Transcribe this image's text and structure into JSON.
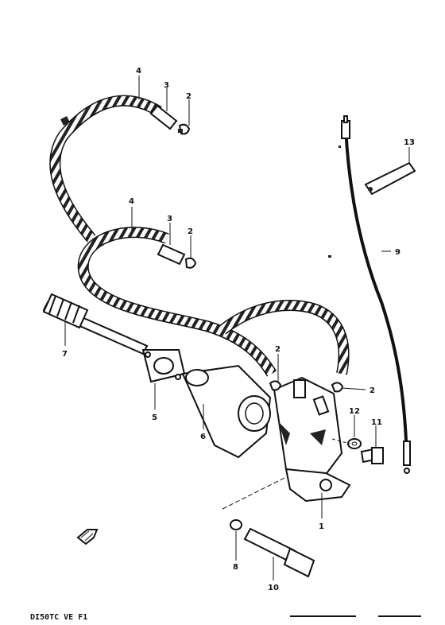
{
  "diagram": {
    "code": "DI50TC VE F1",
    "callouts": [
      {
        "id": "c4a",
        "number": "4"
      },
      {
        "id": "c3a",
        "number": "3"
      },
      {
        "id": "c2a",
        "number": "2"
      },
      {
        "id": "c4b",
        "number": "4"
      },
      {
        "id": "c3b",
        "number": "3"
      },
      {
        "id": "c2b",
        "number": "2"
      },
      {
        "id": "c2c",
        "number": "2"
      },
      {
        "id": "c2d",
        "number": "2"
      },
      {
        "id": "c7",
        "number": "7"
      },
      {
        "id": "c5",
        "number": "5"
      },
      {
        "id": "c6",
        "number": "6"
      },
      {
        "id": "c13",
        "number": "13"
      },
      {
        "id": "c9",
        "number": "9"
      },
      {
        "id": "c12",
        "number": "12"
      },
      {
        "id": "c11",
        "number": "11"
      },
      {
        "id": "c1",
        "number": "1"
      },
      {
        "id": "c8",
        "number": "8"
      },
      {
        "id": "c10",
        "number": "10"
      }
    ],
    "icons": {
      "arrow": "direction-arrow-icon"
    }
  }
}
